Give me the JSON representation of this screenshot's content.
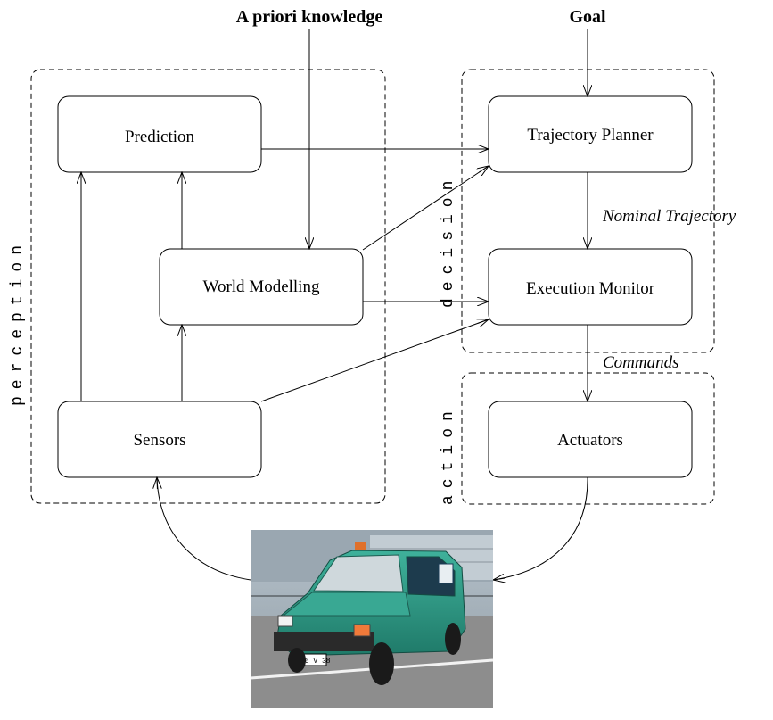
{
  "inputs": {
    "a_priori": "A priori knowledge",
    "goal": "Goal"
  },
  "groups": {
    "perception": "perception",
    "decision": "decision",
    "action": "action"
  },
  "boxes": {
    "prediction": "Prediction",
    "world_modelling": "World Modelling",
    "sensors": "Sensors",
    "trajectory_planner": "Trajectory Planner",
    "execution_monitor": "Execution Monitor",
    "actuators": "Actuators"
  },
  "edge_labels": {
    "nominal_trajectory": "Nominal Trajectory",
    "commands": "Commands"
  },
  "photo": {
    "plate": "1366 V 38"
  },
  "colors": {
    "car_body": "#2e9a86",
    "sky": "#a9b6c0",
    "ground": "#8c8c8c"
  }
}
